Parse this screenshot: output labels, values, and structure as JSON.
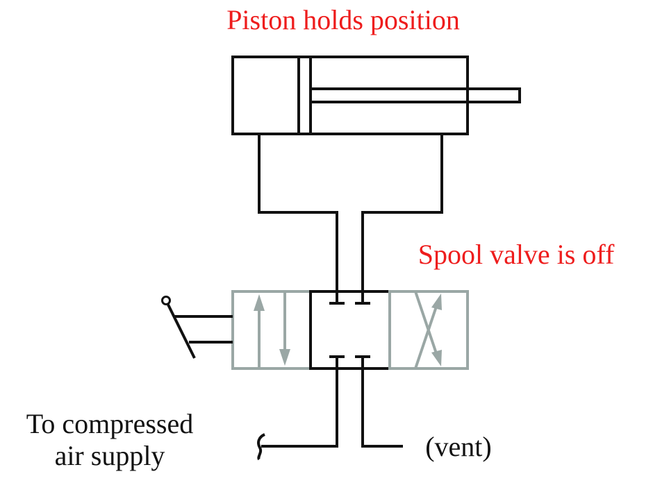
{
  "title": "Piston holds position",
  "valve_state_label": "Spool valve is off",
  "supply_label": {
    "line1": "To compressed",
    "line2": "air supply"
  },
  "vent_label": "(vent)",
  "colors": {
    "annotation": "#ee1c1c",
    "active_lines": "#111111",
    "inactive_envelopes": "#9aa7a5"
  },
  "components": {
    "cylinder": "double-acting cylinder",
    "valve": "4-way 3-position spool valve",
    "valve_position": "center (closed)",
    "actuator": "hand lever"
  }
}
